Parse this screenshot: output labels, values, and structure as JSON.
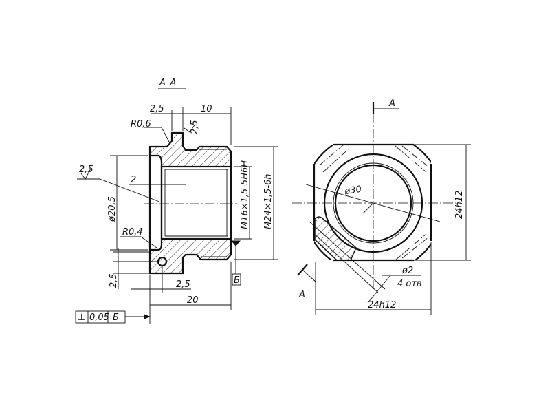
{
  "section_view": {
    "title": "A–A",
    "dims": {
      "collar_width": "2,5",
      "thread_length": "10",
      "radius_top": "R0,6",
      "roughness_top": "2,5",
      "roughness_left": "2,5",
      "recess_depth": "2",
      "bore_diameter": "ø20,5",
      "radius_bottom": "R0,4",
      "inner_thread": "M16×1,5-5H6H",
      "outer_thread": "M24×1,5-6h",
      "datum": "Б",
      "hole_offset_vertical": "2,5",
      "hole_offset_horizontal": "2,5",
      "overall_length": "20"
    },
    "tolerance_frame": {
      "symbol": "⊥",
      "value": "0,05",
      "datum": "Б"
    }
  },
  "end_view": {
    "section_mark_top": "A",
    "section_mark_bottom": "A",
    "diameter": "ø30",
    "flats_vertical": "24h12",
    "flats_horizontal": "24h12",
    "hole_diameter": "ø2",
    "hole_count": "4 отв"
  }
}
